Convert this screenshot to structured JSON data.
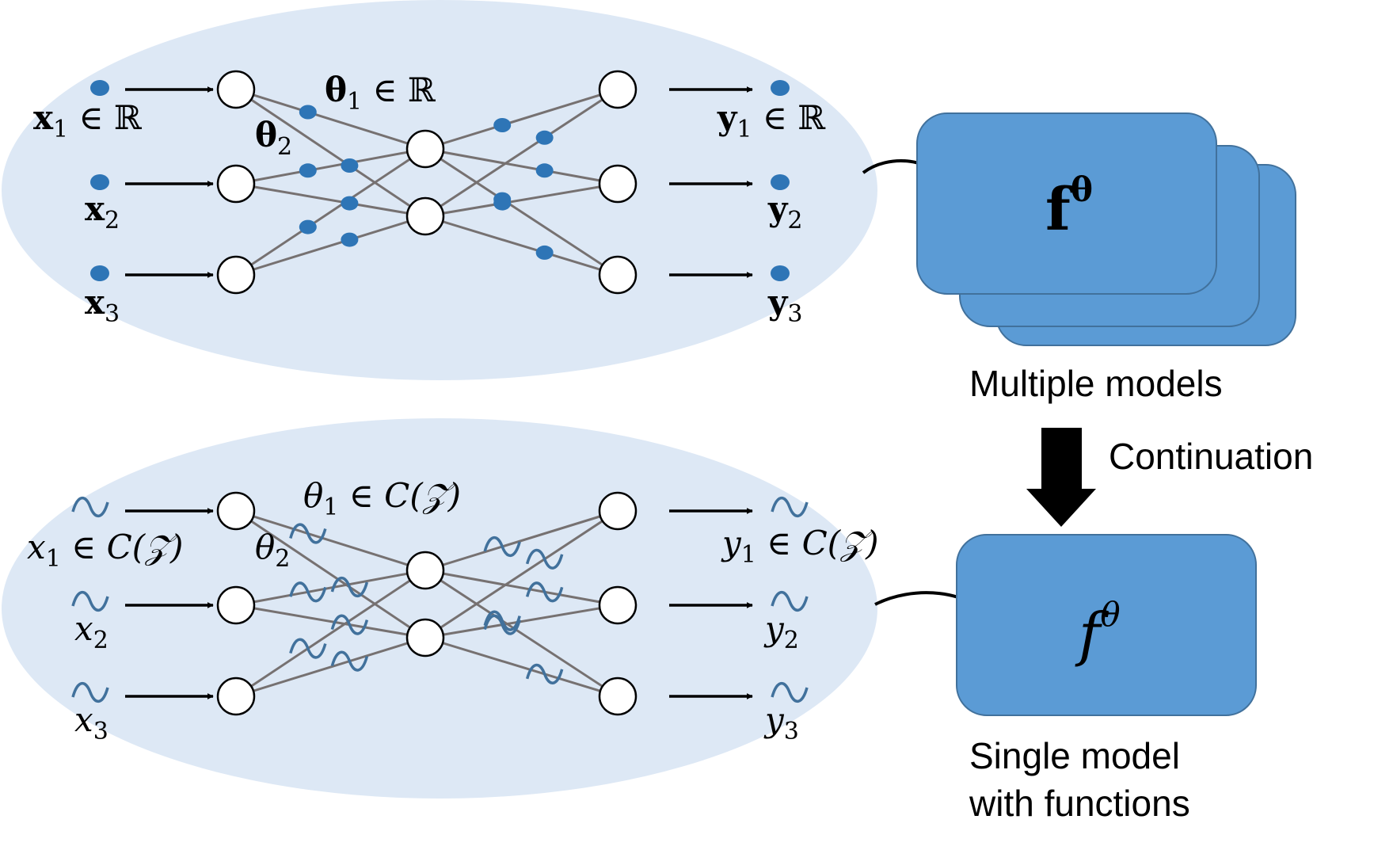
{
  "colors": {
    "ellipse_fill": "#dde8f5",
    "box_fill": "#5b9bd5",
    "box_stroke": "#41719c",
    "dot": "#2e75b6",
    "edge": "#767171",
    "wave": "#41719c",
    "arrow": "#000000"
  },
  "top": {
    "inputs": [
      {
        "sym": "x",
        "sub": "1",
        "tail": " ∈ ℝ"
      },
      {
        "sym": "x",
        "sub": "2",
        "tail": ""
      },
      {
        "sym": "x",
        "sub": "3",
        "tail": ""
      }
    ],
    "outputs": [
      {
        "sym": "y",
        "sub": "1",
        "tail": " ∈ ℝ"
      },
      {
        "sym": "y",
        "sub": "2",
        "tail": ""
      },
      {
        "sym": "y",
        "sub": "3",
        "tail": ""
      }
    ],
    "theta1": {
      "sym": "θ",
      "sub": "1",
      "tail": " ∈ ℝ"
    },
    "theta2": {
      "sym": "θ",
      "sub": "2"
    },
    "model": {
      "base": "f",
      "sup": "θ"
    },
    "caption": "Multiple models"
  },
  "bottom": {
    "inputs": [
      {
        "sym": "x",
        "sub": "1",
        "tail": " ∈ C(𝒵)"
      },
      {
        "sym": "x",
        "sub": "2",
        "tail": ""
      },
      {
        "sym": "x",
        "sub": "3",
        "tail": ""
      }
    ],
    "outputs": [
      {
        "sym": "y",
        "sub": "1",
        "tail": " ∈ C(𝒵)"
      },
      {
        "sym": "y",
        "sub": "2",
        "tail": ""
      },
      {
        "sym": "y",
        "sub": "3",
        "tail": ""
      }
    ],
    "theta1": {
      "sym": "θ",
      "sub": "1",
      "tail": " ∈ C(𝒵)"
    },
    "theta2": {
      "sym": "θ",
      "sub": "2"
    },
    "model": {
      "base": "f",
      "sup": "θ"
    },
    "caption_line1": "Single model",
    "caption_line2": "with functions"
  },
  "transition_label": "Continuation"
}
